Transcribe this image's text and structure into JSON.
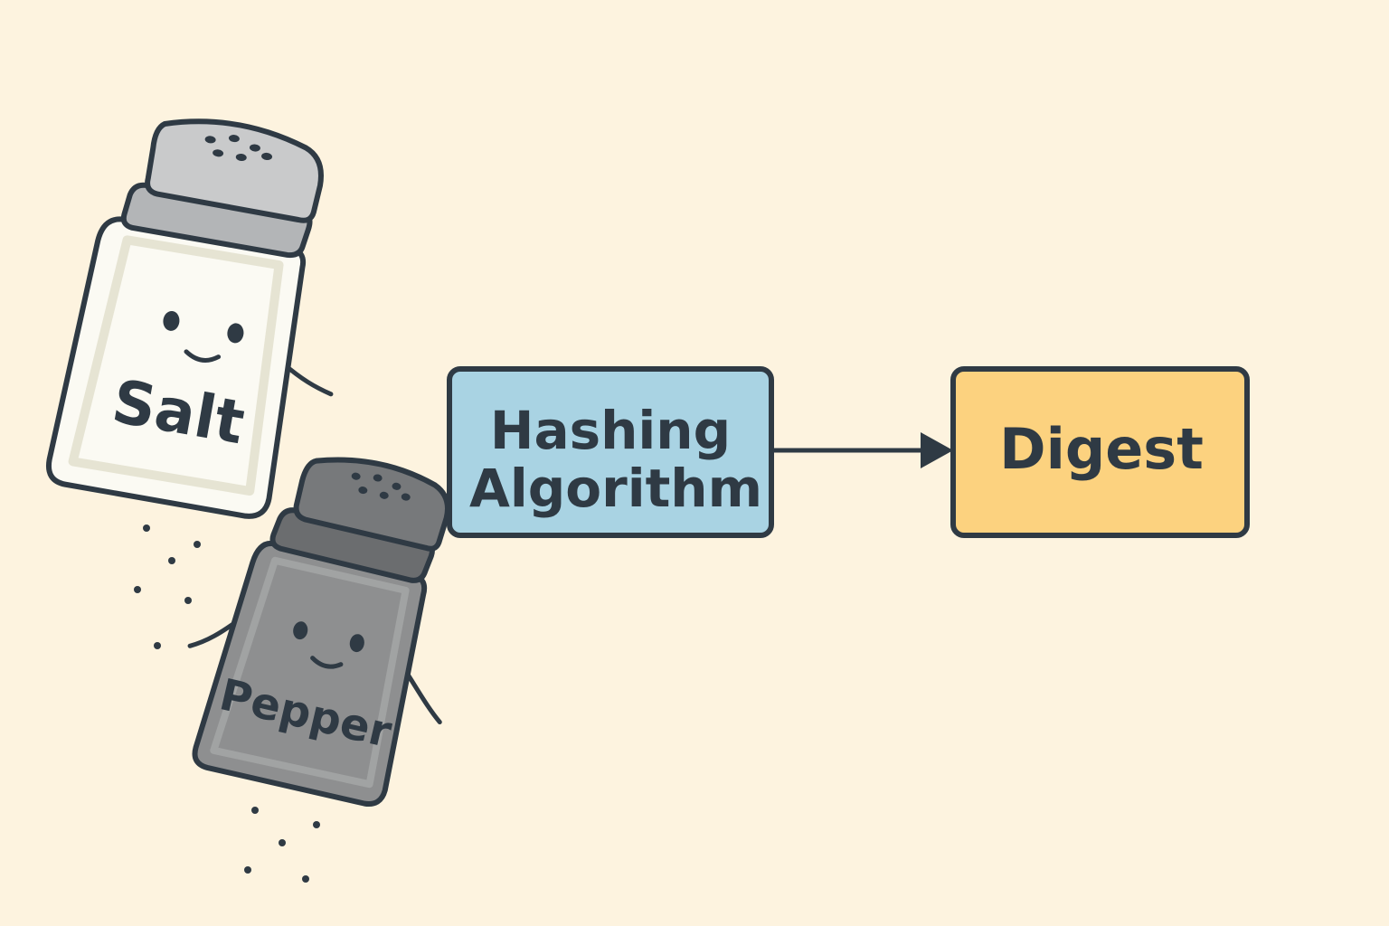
{
  "colors": {
    "background": "#fdf3df",
    "outline": "#2f3a44",
    "hashing_box_fill": "#a9d3e3",
    "digest_box_fill": "#fcd27f",
    "salt_body": "#fbfaf3",
    "salt_lid": "#c9cacb",
    "pepper_body": "#8e8f90",
    "pepper_lid": "#77797b"
  },
  "characters": {
    "salt": {
      "label": "Salt",
      "icon": "salt-shaker-icon"
    },
    "pepper": {
      "label": "Pepper",
      "icon": "pepper-shaker-icon"
    }
  },
  "nodes": {
    "hashing": {
      "line1": "Hashing",
      "line2": "Algorithm"
    },
    "digest": {
      "label": "Digest"
    }
  }
}
